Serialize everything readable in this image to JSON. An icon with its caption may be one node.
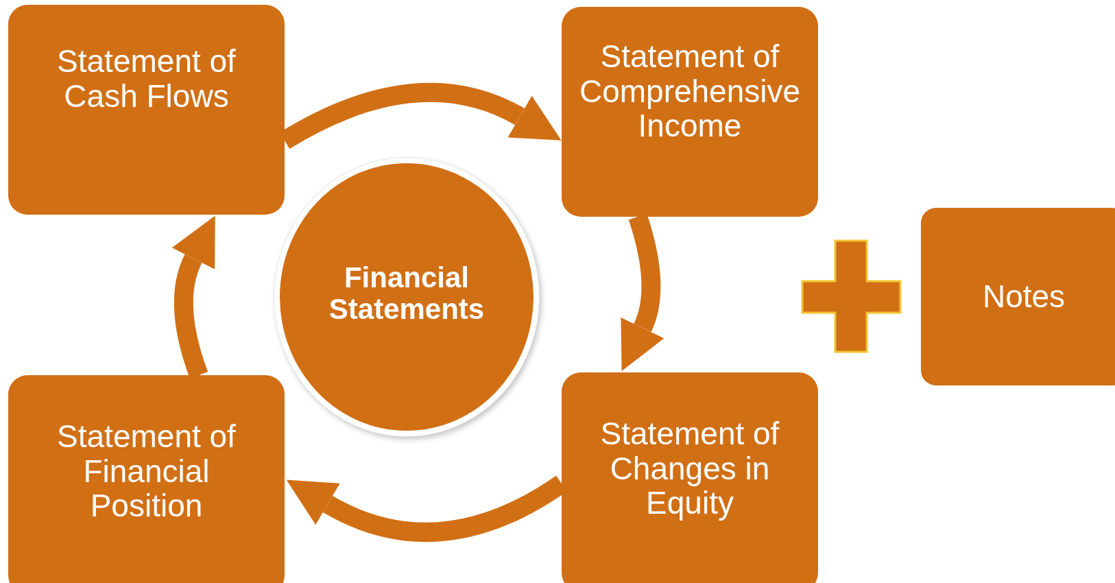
{
  "diagram": {
    "nodes": [
      {
        "text": [
          "Statement of Cash Flows"
        ]
      },
      {
        "text": [
          "Statement of Comprehensive Income"
        ]
      },
      {
        "text": [
          "Financial Statements"
        ]
      },
      {
        "text": [
          "Notes"
        ]
      },
      {
        "text": [
          "Statement of Financial Position"
        ]
      },
      {
        "text": [
          "Statement of Changes in Equity"
        ]
      }
    ],
    "edges": [
      {
        "from": 0,
        "to": 1,
        "arrow": "to"
      },
      {
        "from": 1,
        "to": 5,
        "arrow": "to"
      },
      {
        "from": 5,
        "to": 4,
        "arrow": "to"
      },
      {
        "from": 4,
        "to": 0,
        "arrow": "to"
      }
    ]
  }
}
